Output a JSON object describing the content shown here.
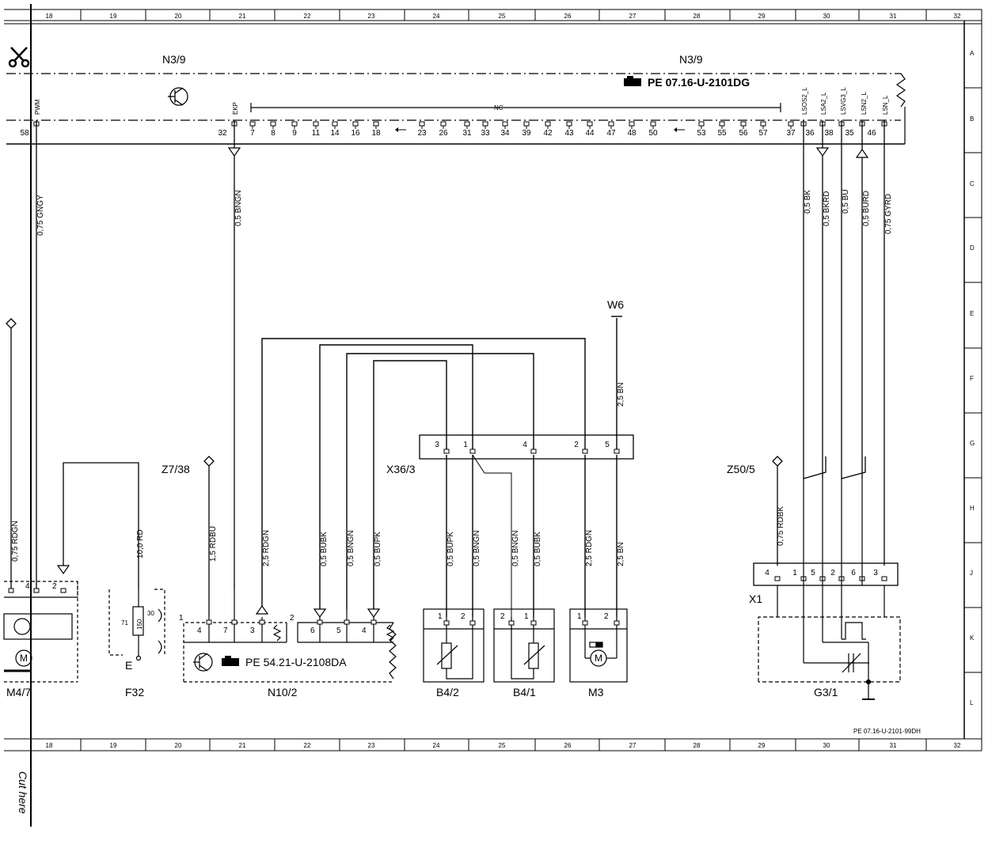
{
  "columns": [
    "18",
    "19",
    "20",
    "21",
    "22",
    "23",
    "24",
    "25",
    "26",
    "27",
    "28",
    "29",
    "30",
    "31",
    "32"
  ],
  "rows": [
    "A",
    "B",
    "C",
    "D",
    "E",
    "F",
    "G",
    "H",
    "J",
    "K",
    "L"
  ],
  "n39": {
    "label_left": "N3/9",
    "label_right": "N3/9",
    "ref": "PE 07.16-U-2101DG",
    "pin_pwm": "PWM",
    "pin_ekp": "EKP",
    "nc": "NC",
    "pin_lsos2": "LSOS2_L",
    "pin_lsa2": "LSA2_L",
    "pin_lsvg3": "LSVG3_L",
    "pin_lsn2": "LSN2_L",
    "pin_lsn1": "LSN_L",
    "pin_58": "58",
    "pins_a": [
      "32",
      "7",
      "8",
      "9",
      "11",
      "14",
      "16",
      "18"
    ],
    "pins_b": [
      "23",
      "26",
      "31",
      "33",
      "34",
      "39",
      "42",
      "43",
      "44",
      "47",
      "48",
      "50"
    ],
    "pins_c": [
      "53",
      "55",
      "56",
      "57",
      "37"
    ],
    "pins_right": [
      "36",
      "38",
      "35",
      "46"
    ]
  },
  "wires": {
    "gngy": "0,75 GNGY",
    "bngn": "0,5 BNGN",
    "bk": "0,5 BK",
    "bkrd": "0,5 BKRD",
    "bu": "0,5 BU",
    "burd": "0,5 BURD",
    "gyrd": "0,75 GYRD",
    "rdgn_left": "0,75 RDGN",
    "rd10": "10,0 RD",
    "rdbu": "1,5 RDBU",
    "rdgn25": "2,5 RDGN",
    "bubk": "0,5 BUBK",
    "bngn2": "0,5 BNGN",
    "bupk": "0,5 BUPK",
    "bupk2": "0,5 BUPK",
    "bngn3": "0,5 BNGN",
    "bngn4": "0,5 BNGN",
    "bubk2": "0,5 BUBK",
    "rdgn25b": "2,5 RDGN",
    "bn25": "2,5 BN",
    "bn25top": "2,5 BN",
    "rdbk": "0,75 RDBK"
  },
  "components": {
    "w6": "W6",
    "x36": "X36/3",
    "x36_pins": [
      "3",
      "1",
      "4",
      "2",
      "5"
    ],
    "z738": "Z7/38",
    "z505": "Z50/5",
    "m47": "M4/7",
    "m47_pins": [
      "4",
      "2"
    ],
    "f32": "F32",
    "f32_e": "E",
    "f32_71": "71",
    "f32_30": "30",
    "f32_150": "150",
    "n102": "N10/2",
    "n102_ref": "PE 54.21-U-2108DA",
    "n102_conn1": "1",
    "n102_conn2": "2",
    "n102_pins1": [
      "4",
      "7",
      "3"
    ],
    "n102_pins2": [
      "6",
      "5",
      "4"
    ],
    "b42": "B4/2",
    "b42_pins": [
      "1",
      "2"
    ],
    "b41": "B4/1",
    "b41_pins": [
      "2",
      "1"
    ],
    "m3": "M3",
    "m3_pins": [
      "1",
      "2"
    ],
    "x1": "X1",
    "x1_pins": [
      "4",
      "1",
      "5",
      "2",
      "6",
      "3"
    ],
    "g31": "G3/1",
    "m_symbol": "M"
  },
  "footer_ref": "PE 07.16-U-2101-99DH",
  "cut_here": "Cut here"
}
